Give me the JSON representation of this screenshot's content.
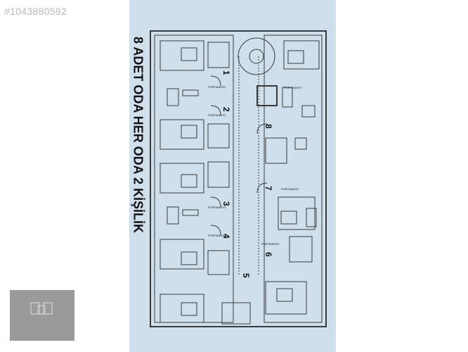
{
  "listing_id": "#1043880592",
  "title": "8 ADET ODA HER ODA 2 KİŞİLİK",
  "room_numbers": [
    "1",
    "2",
    "8",
    "7",
    "3",
    "4",
    "5",
    "6"
  ],
  "room_label": "PORTMANTO",
  "colors": {
    "background": "#cfe0ec",
    "line": "#3a3a3a",
    "text": "#111111",
    "logo": "#9a9a9a"
  }
}
